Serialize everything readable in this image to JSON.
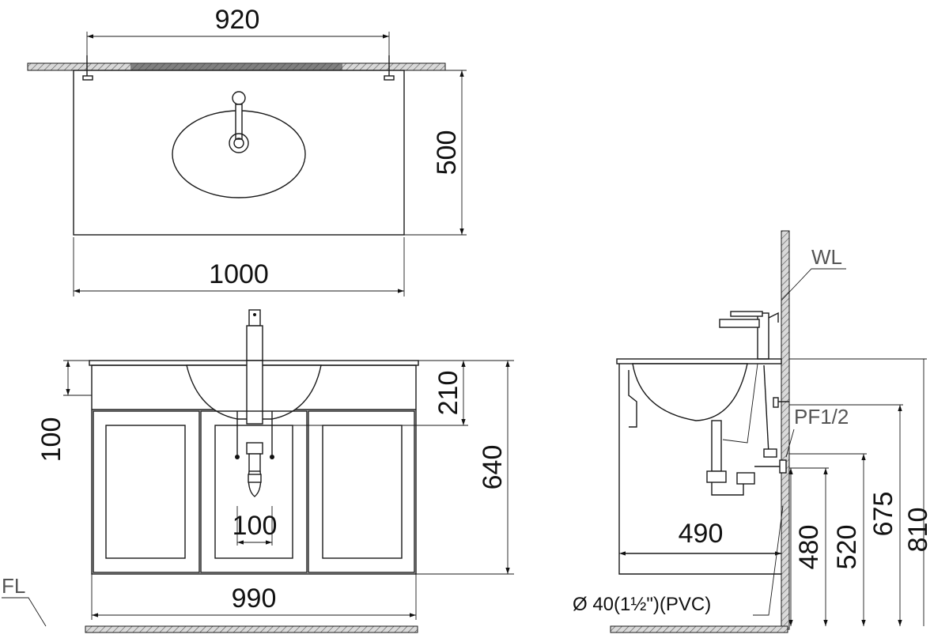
{
  "plan_view": {
    "dim_hole_spacing": "920",
    "dim_depth": "500",
    "dim_width": "1000"
  },
  "front_view": {
    "dim_basin_height": "210",
    "dim_top_offset": "100",
    "dim_cabinet_height": "640",
    "dim_trap_width": "100",
    "dim_cabinet_width": "990",
    "floor_label": "FL"
  },
  "side_view": {
    "wall_level_label": "WL",
    "supply_label": "PF1/2",
    "dim_depth": "490",
    "dim_h1": "480",
    "dim_h2": "520",
    "dim_h3": "675",
    "dim_h4": "810",
    "drain_note": "Ø 40(1½\")(PVC)"
  }
}
